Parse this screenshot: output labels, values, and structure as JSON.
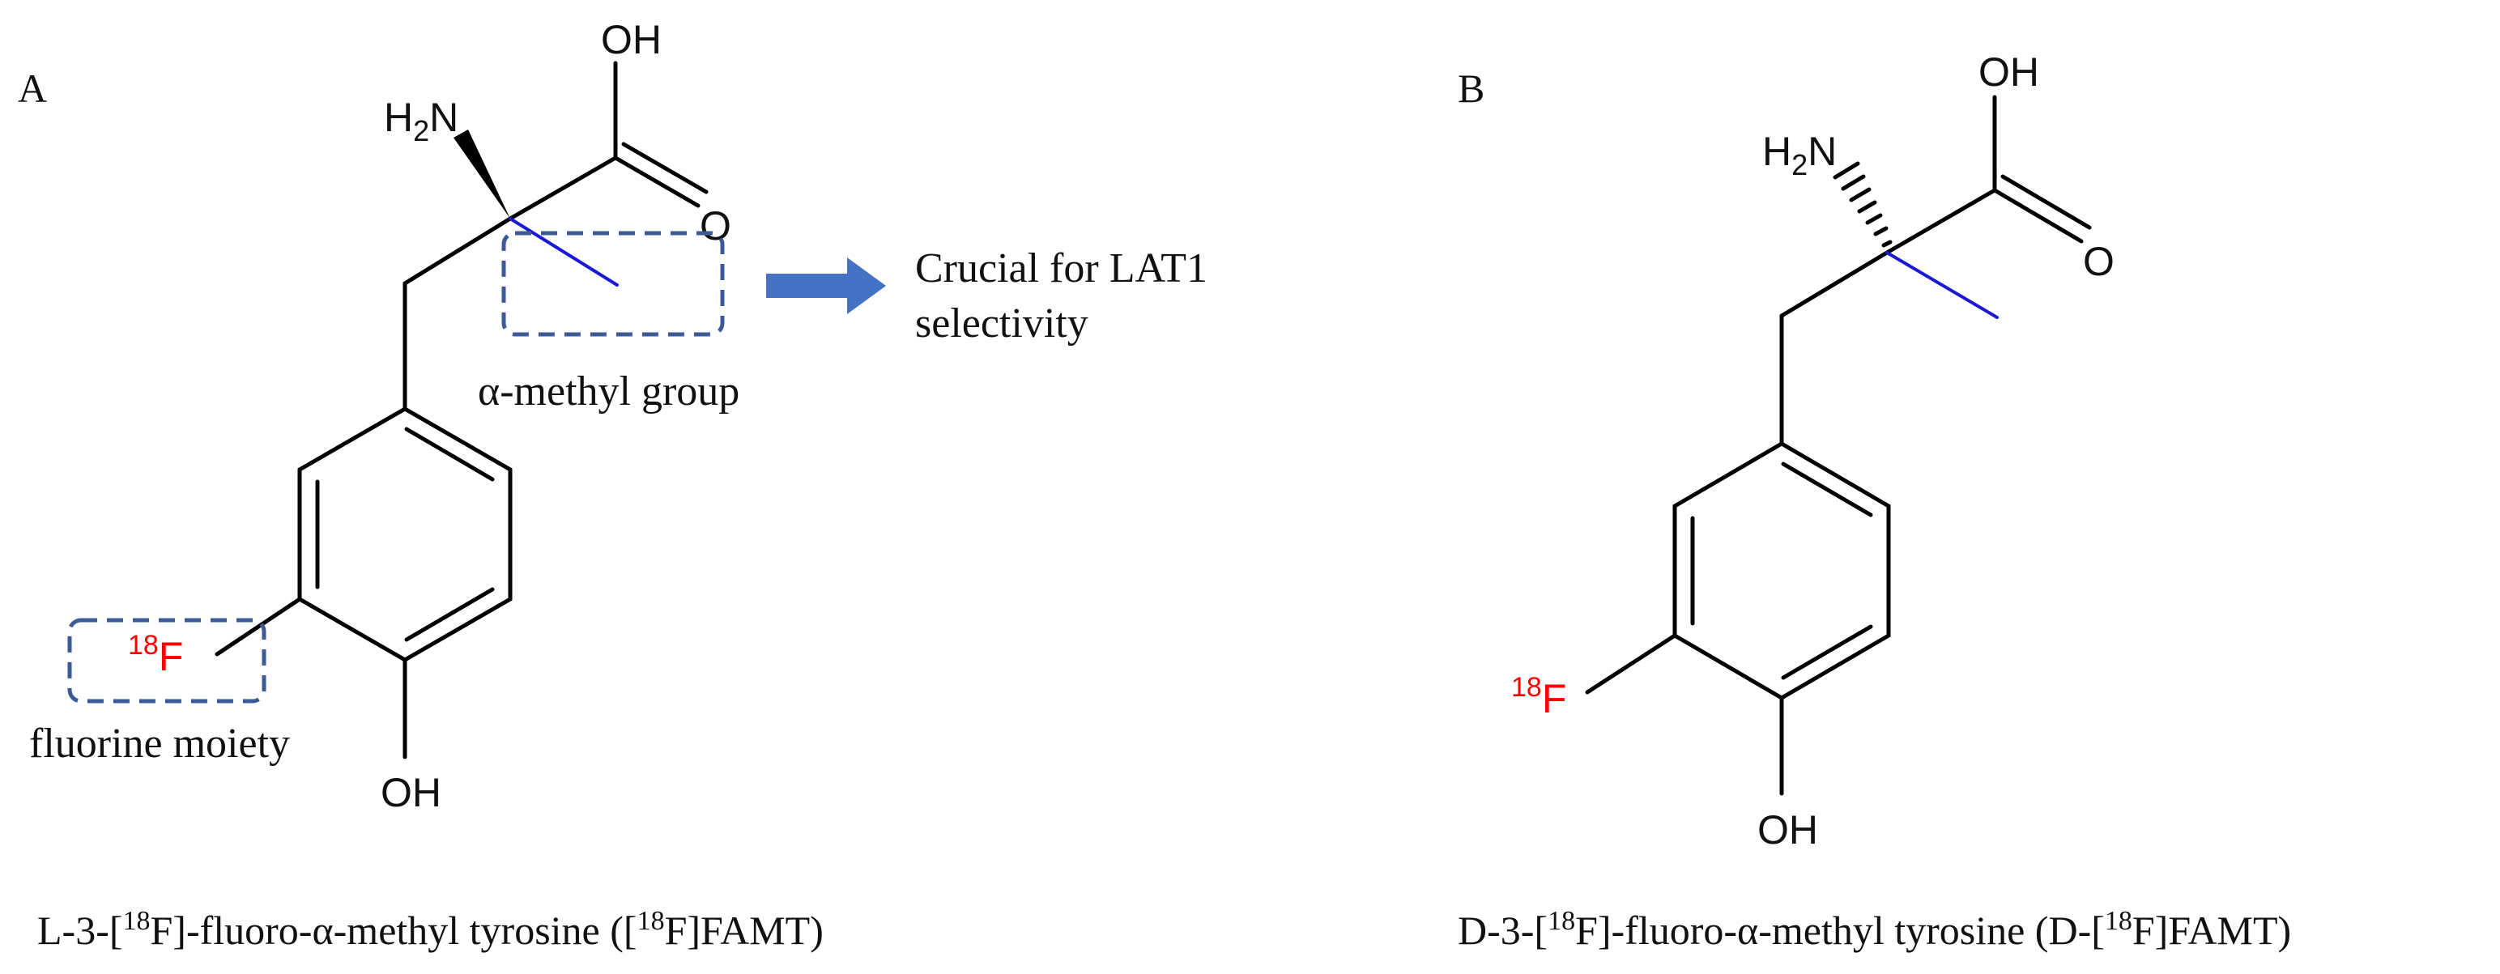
{
  "colors": {
    "bond": "#000000",
    "methyl": "#1a1ad6",
    "fluorine": "#ff0000",
    "box": "#3c5a96",
    "arrow": "#4472c4"
  },
  "panelA": {
    "letter": "A",
    "atoms": {
      "oh_acid": "OH",
      "o_carbonyl": "O",
      "amine": "H",
      "amine_sub": "2",
      "amine_n": "N",
      "iso": "18",
      "fluorine": "F",
      "oh_phenol": "OH"
    },
    "labels": {
      "methyl": "α-methyl group",
      "fluorine": "fluorine moiety",
      "note_line1": "Crucial for LAT1",
      "note_line2": "selectivity"
    },
    "caption": {
      "pre": "L-3-[",
      "sup1": "18",
      "mid": "F]-fluoro-α-methyl tyrosine ([",
      "sup2": "18",
      "post": "F]FAMT)"
    }
  },
  "panelB": {
    "letter": "B",
    "atoms": {
      "oh_acid": "OH",
      "o_carbonyl": "O",
      "amine": "H",
      "amine_sub": "2",
      "amine_n": "N",
      "iso": "18",
      "fluorine": "F",
      "oh_phenol": "OH"
    },
    "caption": {
      "pre": "D-3-[",
      "sup1": "18",
      "mid": "F]-fluoro-α-methyl tyrosine (D-[",
      "sup2": "18",
      "post": "F]FAMT)"
    }
  }
}
